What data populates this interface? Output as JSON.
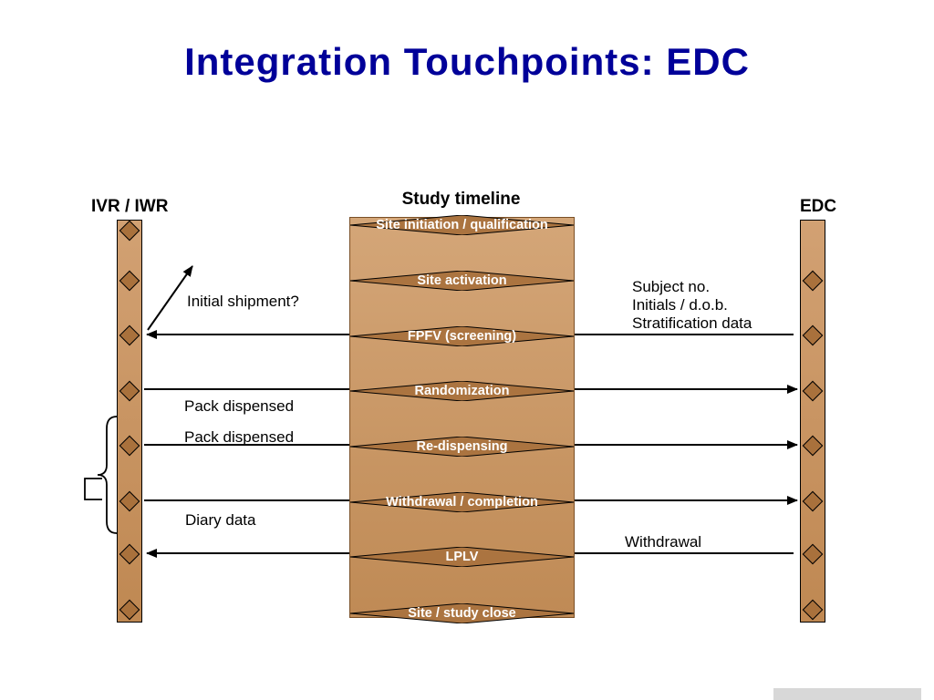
{
  "slide": {
    "title": "Integration Touchpoints: EDC"
  },
  "columns": {
    "left_label": "IVR / IWR",
    "center_label": "Study timeline",
    "right_label": "EDC"
  },
  "timeline": {
    "milestones": [
      {
        "label": "Site initiation / qualification"
      },
      {
        "label": "Site activation"
      },
      {
        "label": "FPFV (screening)"
      },
      {
        "label": "Randomization"
      },
      {
        "label": "Re-dispensing"
      },
      {
        "label": "Withdrawal / completion"
      },
      {
        "label": "LPLV"
      },
      {
        "label": "Site / study close"
      }
    ]
  },
  "annotations": {
    "initial_shipment": "Initial shipment?",
    "subject_no": "Subject no.",
    "initials_dob": "Initials / d.o.b.",
    "stratification": "Stratification data",
    "pack_dispensed_randomization": "Pack dispensed",
    "pack_dispensed_redispensing": "Pack dispensed",
    "diary_data": "Diary data",
    "withdrawal": "Withdrawal"
  },
  "colors": {
    "title": "#000099",
    "bar_light": "#d4a678",
    "bar_dark": "#bf8a55",
    "diamond": "#a9713c",
    "milestone_shape": "#ab7440",
    "arrow": "#000000"
  }
}
